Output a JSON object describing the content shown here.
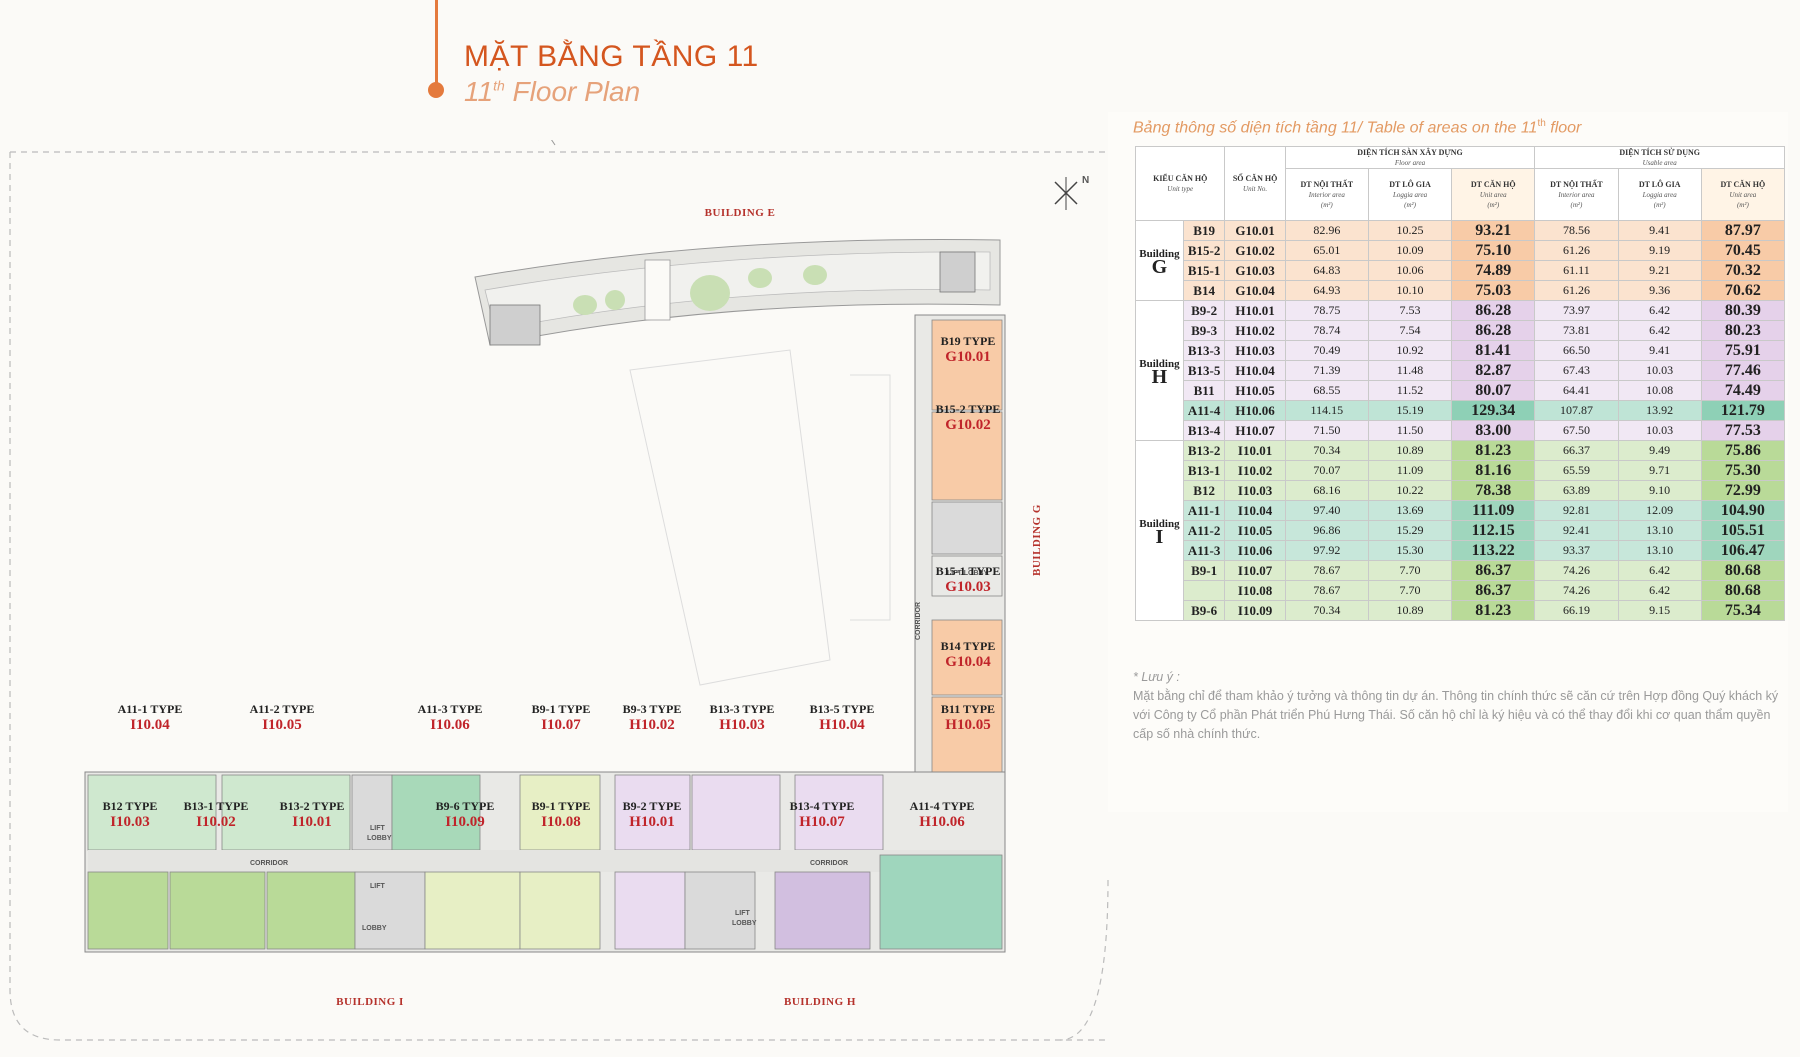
{
  "header": {
    "title_vn": "MẶT BẰNG TẦNG 11",
    "title_en_prefix": "11",
    "title_en_sup": "th",
    "title_en_suffix": " Floor Plan"
  },
  "plan": {
    "compass": "N",
    "building_e": "BUILDING E",
    "building_g": "BUILDING G",
    "building_h": "BUILDING H",
    "building_i": "BUILDING I",
    "corridor": "CORRIDOR",
    "lift_lobby": "LIFT LOBBY",
    "lift": "LIFT",
    "lobby": "LOBBY",
    "units": [
      {
        "type": "B19 TYPE",
        "no": "G10.01"
      },
      {
        "type": "B15-2 TYPE",
        "no": "G10.02"
      },
      {
        "type": "B15-1 TYPE",
        "no": "G10.03"
      },
      {
        "type": "B14 TYPE",
        "no": "G10.04"
      },
      {
        "type": "B11 TYPE",
        "no": "H10.05"
      },
      {
        "type": "B13-5 TYPE",
        "no": "H10.04"
      },
      {
        "type": "B13-3 TYPE",
        "no": "H10.03"
      },
      {
        "type": "B9-3 TYPE",
        "no": "H10.02"
      },
      {
        "type": "B9-1 TYPE",
        "no": "I10.07"
      },
      {
        "type": "A11-3 TYPE",
        "no": "I10.06"
      },
      {
        "type": "A11-2 TYPE",
        "no": "I10.05"
      },
      {
        "type": "A11-1 TYPE",
        "no": "I10.04"
      },
      {
        "type": "B12 TYPE",
        "no": "I10.03"
      },
      {
        "type": "B13-1 TYPE",
        "no": "I10.02"
      },
      {
        "type": "B13-2 TYPE",
        "no": "I10.01"
      },
      {
        "type": "B9-6 TYPE",
        "no": "I10.09"
      },
      {
        "type": "B9-1 TYPE",
        "no": "I10.08"
      },
      {
        "type": "B9-2 TYPE",
        "no": "H10.01"
      },
      {
        "type": "B13-4 TYPE",
        "no": "H10.07"
      },
      {
        "type": "A11-4 TYPE",
        "no": "H10.06"
      }
    ]
  },
  "table": {
    "caption_prefix": "Bảng thông số diện tích tầng 11/ ",
    "caption_en": "Table of areas on the 11",
    "caption_sup": "th",
    "caption_end": " floor",
    "headers": {
      "unit_type": "KIỂU CĂN HỘ",
      "unit_type_en": "Unit type",
      "unit_no": "SỐ CĂN HỘ",
      "unit_no_en": "Unit No.",
      "floor_area": "DIỆN TÍCH SÀN XÂY DỰNG",
      "floor_area_en": "Floor area",
      "usable_area": "DIỆN TÍCH SỬ DỤNG",
      "usable_area_en": "Usable area",
      "interior": "DT NỘI THẤT",
      "interior_en": "Interior area",
      "loggia": "DT LÔ GIA",
      "loggia_en": "Loggia area",
      "unit_area": "DT CĂN HỘ",
      "unit_area_en": "Unit area",
      "unit_m2": "(m²)"
    },
    "groups": [
      {
        "building": "Building",
        "letter": "G",
        "rows": [
          {
            "type": "B19",
            "no": "G10.01",
            "fi": "82.96",
            "fl": "10.25",
            "fu": "93.21",
            "ui": "78.56",
            "ul": "9.41",
            "uu": "87.97"
          },
          {
            "type": "B15-2",
            "no": "G10.02",
            "fi": "65.01",
            "fl": "10.09",
            "fu": "75.10",
            "ui": "61.26",
            "ul": "9.19",
            "uu": "70.45"
          },
          {
            "type": "B15-1",
            "no": "G10.03",
            "fi": "64.83",
            "fl": "10.06",
            "fu": "74.89",
            "ui": "61.11",
            "ul": "9.21",
            "uu": "70.32"
          },
          {
            "type": "B14",
            "no": "G10.04",
            "fi": "64.93",
            "fl": "10.10",
            "fu": "75.03",
            "ui": "61.26",
            "ul": "9.36",
            "uu": "70.62"
          }
        ]
      },
      {
        "building": "Building",
        "letter": "H",
        "rows": [
          {
            "type": "B9-2",
            "no": "H10.01",
            "fi": "78.75",
            "fl": "7.53",
            "fu": "86.28",
            "ui": "73.97",
            "ul": "6.42",
            "uu": "80.39"
          },
          {
            "type": "B9-3",
            "no": "H10.02",
            "fi": "78.74",
            "fl": "7.54",
            "fu": "86.28",
            "ui": "73.81",
            "ul": "6.42",
            "uu": "80.23"
          },
          {
            "type": "B13-3",
            "no": "H10.03",
            "fi": "70.49",
            "fl": "10.92",
            "fu": "81.41",
            "ui": "66.50",
            "ul": "9.41",
            "uu": "75.91"
          },
          {
            "type": "B13-5",
            "no": "H10.04",
            "fi": "71.39",
            "fl": "11.48",
            "fu": "82.87",
            "ui": "67.43",
            "ul": "10.03",
            "uu": "77.46"
          },
          {
            "type": "B11",
            "no": "H10.05",
            "fi": "68.55",
            "fl": "11.52",
            "fu": "80.07",
            "ui": "64.41",
            "ul": "10.08",
            "uu": "74.49"
          },
          {
            "type": "A11-4",
            "no": "H10.06",
            "fi": "114.15",
            "fl": "15.19",
            "fu": "129.34",
            "ui": "107.87",
            "ul": "13.92",
            "uu": "121.79"
          },
          {
            "type": "B13-4",
            "no": "H10.07",
            "fi": "71.50",
            "fl": "11.50",
            "fu": "83.00",
            "ui": "67.50",
            "ul": "10.03",
            "uu": "77.53"
          }
        ]
      },
      {
        "building": "Building",
        "letter": "I",
        "rows": [
          {
            "type": "B13-2",
            "no": "I10.01",
            "fi": "70.34",
            "fl": "10.89",
            "fu": "81.23",
            "ui": "66.37",
            "ul": "9.49",
            "uu": "75.86"
          },
          {
            "type": "B13-1",
            "no": "I10.02",
            "fi": "70.07",
            "fl": "11.09",
            "fu": "81.16",
            "ui": "65.59",
            "ul": "9.71",
            "uu": "75.30"
          },
          {
            "type": "B12",
            "no": "I10.03",
            "fi": "68.16",
            "fl": "10.22",
            "fu": "78.38",
            "ui": "63.89",
            "ul": "9.10",
            "uu": "72.99"
          },
          {
            "type": "A11-1",
            "no": "I10.04",
            "fi": "97.40",
            "fl": "13.69",
            "fu": "111.09",
            "ui": "92.81",
            "ul": "12.09",
            "uu": "104.90"
          },
          {
            "type": "A11-2",
            "no": "I10.05",
            "fi": "96.86",
            "fl": "15.29",
            "fu": "112.15",
            "ui": "92.41",
            "ul": "13.10",
            "uu": "105.51"
          },
          {
            "type": "A11-3",
            "no": "I10.06",
            "fi": "97.92",
            "fl": "15.30",
            "fu": "113.22",
            "ui": "93.37",
            "ul": "13.10",
            "uu": "106.47"
          },
          {
            "type": "B9-1",
            "no": "I10.07",
            "fi": "78.67",
            "fl": "7.70",
            "fu": "86.37",
            "ui": "74.26",
            "ul": "6.42",
            "uu": "80.68"
          },
          {
            "type": "",
            "no": "I10.08",
            "fi": "78.67",
            "fl": "7.70",
            "fu": "86.37",
            "ui": "74.26",
            "ul": "6.42",
            "uu": "80.68"
          },
          {
            "type": "B9-6",
            "no": "I10.09",
            "fi": "70.34",
            "fl": "10.89",
            "fu": "81.23",
            "ui": "66.19",
            "ul": "9.15",
            "uu": "75.34"
          }
        ]
      }
    ]
  },
  "note": {
    "title": "* Lưu ý :",
    "body": "Mặt bằng chỉ để tham khảo ý tưởng và thông tin dự án. Thông tin chính thức sẽ căn cứ trên Hợp đồng Quý khách ký với Công ty Cổ phần Phát triển Phú Hưng Thái. Số căn hộ chỉ là ký hiệu và có thể thay đổi khi cơ quan thẩm quyền cấp số nhà chính thức."
  },
  "colors": {
    "accent": "#e47a3d",
    "building_g": "#f8cba7",
    "building_h": "#e5d1ea",
    "building_i": "#b9da98",
    "building_a": "#9fd6bd",
    "label_red": "#c0242a"
  }
}
